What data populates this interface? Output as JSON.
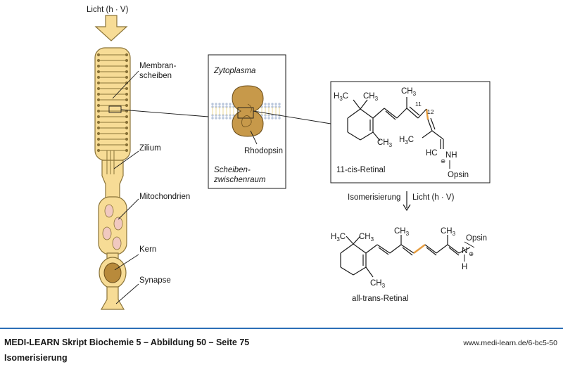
{
  "figure": {
    "light_top": "Licht (h · V)",
    "cell_labels": {
      "membranes_1": "Membran-",
      "membranes_2": "scheiben",
      "cilium": "Zilium",
      "mitochondria": "Mitochondrien",
      "nucleus": "Kern",
      "synapse": "Synapse"
    },
    "membrane_box": {
      "cytoplasm": "Zytoplasma",
      "protein": "Rhodopsin",
      "space_1": "Scheiben-",
      "space_2": "zwischenraum"
    },
    "cis": {
      "name": "11-cis-Retinal",
      "c11": "11",
      "c12": "12",
      "h3c_a": "H",
      "h3c_b": "3",
      "h3c_c": "C",
      "ch3": "CH",
      "sub3": "3",
      "hc": "HC",
      "nh": "NH",
      "plus": "⊕",
      "opsin": "Opsin"
    },
    "reaction": {
      "left": "Isomerisierung",
      "right": "Licht (h · V)"
    },
    "trans": {
      "name": "all-trans-Retinal",
      "opsin": "Opsin",
      "n": "N",
      "plus": "⊕",
      "h": "H"
    },
    "colors": {
      "cell_fill": "#f7dc96",
      "cell_stroke": "#8a7338",
      "mito": "#f1c9c0",
      "nucleus": "#b88a3b",
      "rhodopsin": "#c7994a",
      "bilayer": "#b9c6dc",
      "highlight_bond": "#e59b3d"
    }
  },
  "footer": {
    "title": "MEDI-LEARN Skript Biochemie 5 – Abbildung 50 – Seite 75",
    "url": "www.medi-learn.de/6-bc5-50",
    "subtitle": "Isomerisierung"
  }
}
